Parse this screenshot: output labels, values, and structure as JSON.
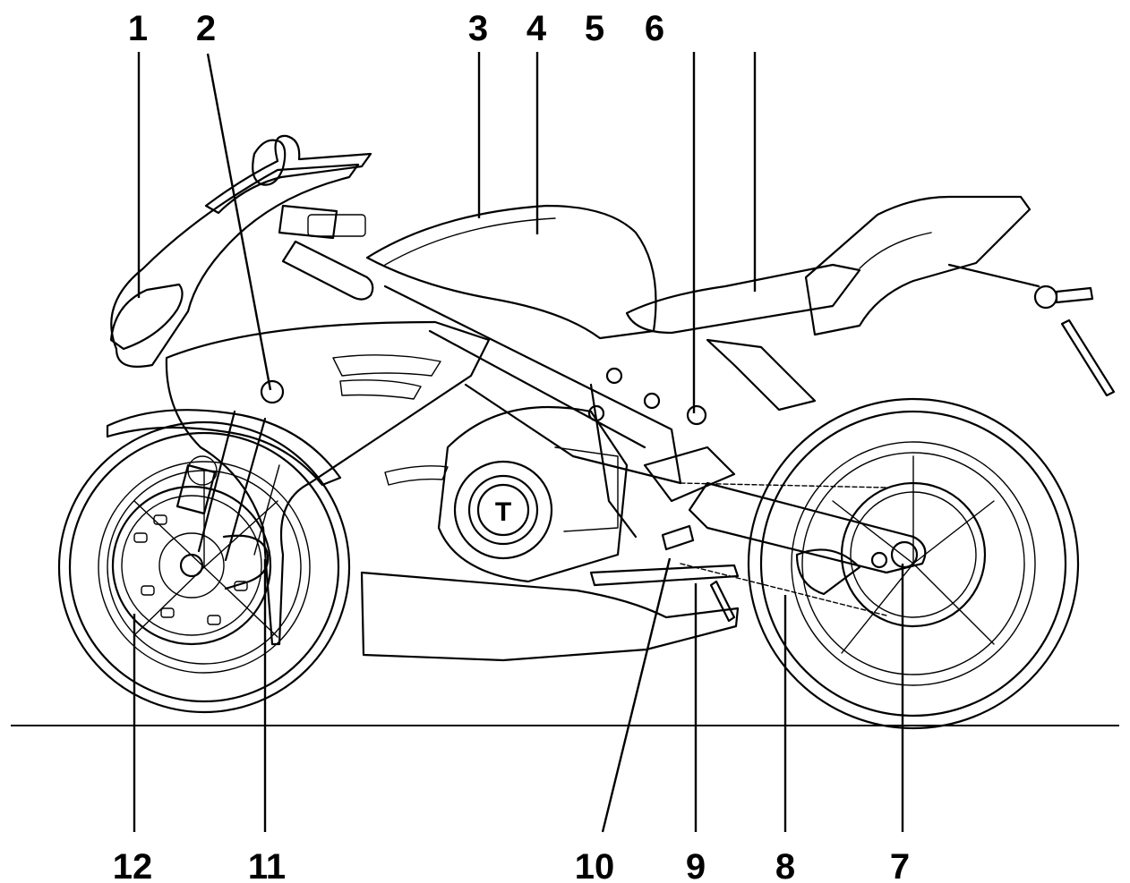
{
  "callouts": {
    "top": [
      "1",
      "2",
      "3",
      "4",
      "5",
      "6"
    ],
    "bottom": [
      "12",
      "11",
      "10",
      "9",
      "8",
      "7"
    ]
  },
  "logo_letter": "T"
}
